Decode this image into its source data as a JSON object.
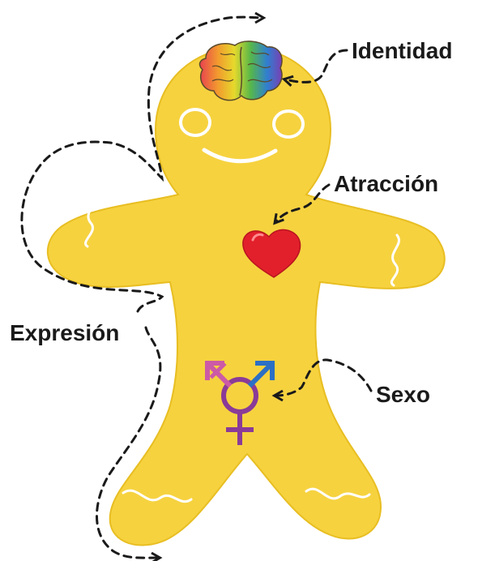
{
  "labels": {
    "identity": "Identidad",
    "attraction": "Atracción",
    "expression": "Expresión",
    "sex": "Sexo"
  },
  "colors": {
    "body": "#f6d23f",
    "body_outline": "#e8be22",
    "heart": "#e2202b",
    "trans_pink": "#cc5aa6",
    "male_blue": "#2b6fc4",
    "female_purple": "#8a3b97",
    "dashed_arrow": "#1a1a1a"
  },
  "icons": {
    "brain": "brain-icon",
    "heart": "heart-icon",
    "gender_symbol": "transgender-symbol-icon"
  }
}
